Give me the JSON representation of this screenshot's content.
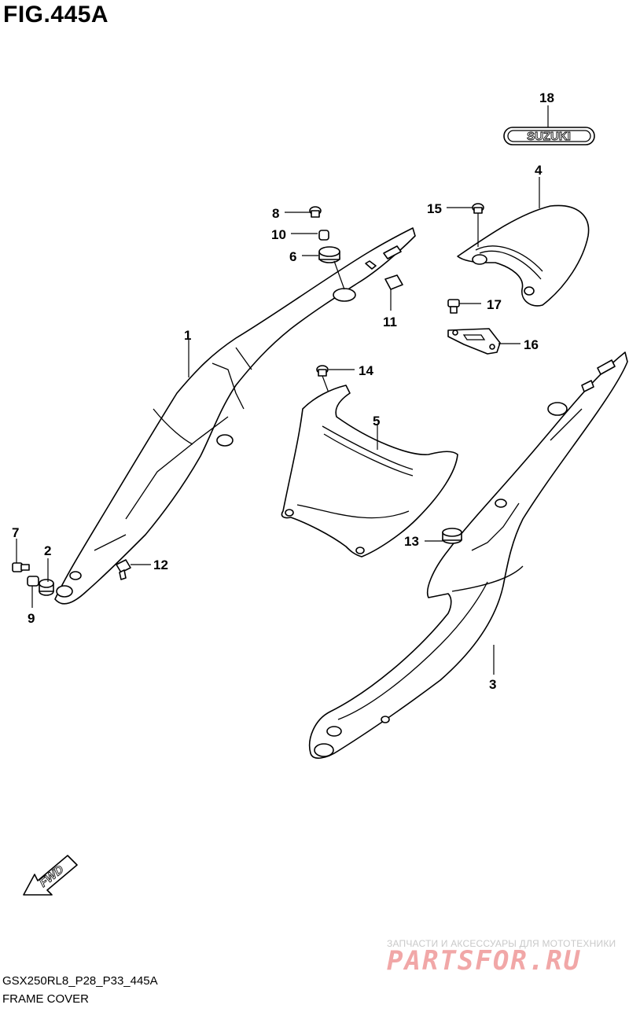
{
  "figure": {
    "title": "FIG.445A",
    "model_code": "GSX250RL8_P28_P33_445A",
    "section_name": "FRAME COVER",
    "fwd_label": "FWD",
    "emblem_text": "SUZUKI"
  },
  "callouts": [
    "1",
    "2",
    "3",
    "4",
    "5",
    "6",
    "7",
    "8",
    "9",
    "10",
    "11",
    "12",
    "13",
    "14",
    "15",
    "16",
    "17",
    "18"
  ],
  "watermark": {
    "tagline": "ЗАПЧАСТИ И АКСЕССУАРЫ ДЛЯ МОТОТЕХНИКИ",
    "brand": "PARTSFOR.RU"
  }
}
